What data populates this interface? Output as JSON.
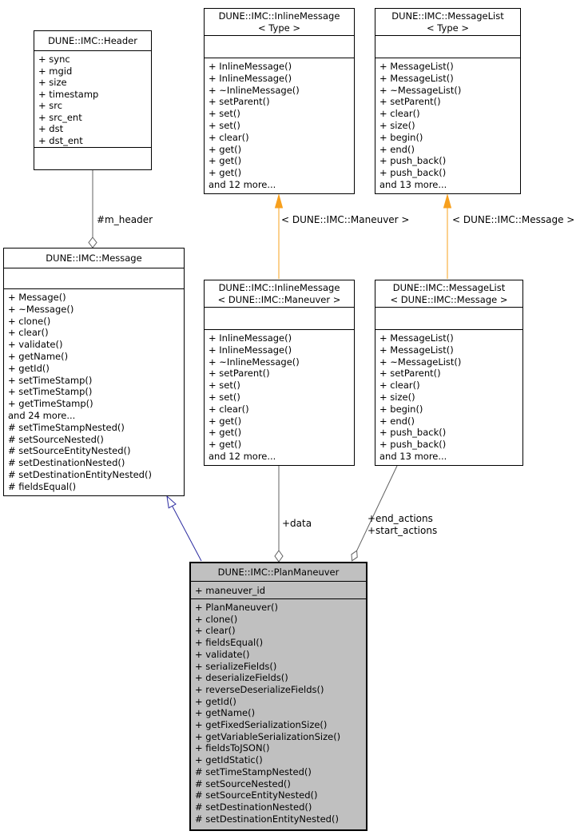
{
  "colors": {
    "aggregation_edge": "#606060",
    "template_edge": "#f7a01e",
    "inheritance_edge": "#2b2ba0",
    "highlight_fill": "#c0c0c0",
    "box_border": "#000000"
  },
  "classes": {
    "header": {
      "title_lines": [
        "DUNE::IMC::Header"
      ],
      "attributes": [
        "+ sync",
        "+ mgid",
        "+ size",
        "+ timestamp",
        "+ src",
        "+ src_ent",
        "+ dst",
        "+ dst_ent"
      ],
      "methods": []
    },
    "inline_message_type": {
      "title_lines": [
        "DUNE::IMC::InlineMessage",
        "< Type >"
      ],
      "attributes": [],
      "methods": [
        "+ InlineMessage()",
        "+ InlineMessage()",
        "+ ~InlineMessage()",
        "+ setParent()",
        "+ set()",
        "+ set()",
        "+ clear()",
        "+ get()",
        "+ get()",
        "+ get()",
        "and 12 more..."
      ]
    },
    "message_list_type": {
      "title_lines": [
        "DUNE::IMC::MessageList",
        "< Type >"
      ],
      "attributes": [],
      "methods": [
        "+ MessageList()",
        "+ MessageList()",
        "+ ~MessageList()",
        "+ setParent()",
        "+ clear()",
        "+ size()",
        "+ begin()",
        "+ end()",
        "+ push_back()",
        "+ push_back()",
        "and 13 more..."
      ]
    },
    "message": {
      "title_lines": [
        "DUNE::IMC::Message"
      ],
      "attributes": [],
      "methods": [
        "+ Message()",
        "+ ~Message()",
        "+ clone()",
        "+ clear()",
        "+ validate()",
        "+ getName()",
        "+ getId()",
        "+ setTimeStamp()",
        "+ setTimeStamp()",
        "+ getTimeStamp()",
        "and 24 more...",
        "# setTimeStampNested()",
        "# setSourceNested()",
        "# setSourceEntityNested()",
        "# setDestinationNested()",
        "# setDestinationEntityNested()",
        "# fieldsEqual()"
      ]
    },
    "inline_message_maneuver": {
      "title_lines": [
        "DUNE::IMC::InlineMessage",
        "< DUNE::IMC::Maneuver >"
      ],
      "attributes": [],
      "methods": [
        "+ InlineMessage()",
        "+ InlineMessage()",
        "+ ~InlineMessage()",
        "+ setParent()",
        "+ set()",
        "+ set()",
        "+ clear()",
        "+ get()",
        "+ get()",
        "+ get()",
        "and 12 more..."
      ]
    },
    "message_list_message": {
      "title_lines": [
        "DUNE::IMC::MessageList",
        "< DUNE::IMC::Message >"
      ],
      "attributes": [],
      "methods": [
        "+ MessageList()",
        "+ MessageList()",
        "+ ~MessageList()",
        "+ setParent()",
        "+ clear()",
        "+ size()",
        "+ begin()",
        "+ end()",
        "+ push_back()",
        "+ push_back()",
        "and 13 more..."
      ]
    },
    "plan_maneuver": {
      "title_lines": [
        "DUNE::IMC::PlanManeuver"
      ],
      "attributes": [
        "+ maneuver_id"
      ],
      "methods": [
        "+ PlanManeuver()",
        "+ clone()",
        "+ clear()",
        "+ fieldsEqual()",
        "+ validate()",
        "+ serializeFields()",
        "+ deserializeFields()",
        "+ reverseDeserializeFields()",
        "+ getId()",
        "+ getName()",
        "+ getFixedSerializationSize()",
        "+ getVariableSerializationSize()",
        "+ fieldsToJSON()",
        "+ getIdStatic()",
        "# setTimeStampNested()",
        "# setSourceNested()",
        "# setSourceEntityNested()",
        "# setDestinationNested()",
        "# setDestinationEntityNested()"
      ]
    }
  },
  "edge_labels": {
    "m_header": "#m_header",
    "template_maneuver": "< DUNE::IMC::Maneuver >",
    "template_message": "< DUNE::IMC::Message >",
    "data": "+data",
    "end_actions": "+end_actions",
    "start_actions": "+start_actions"
  }
}
